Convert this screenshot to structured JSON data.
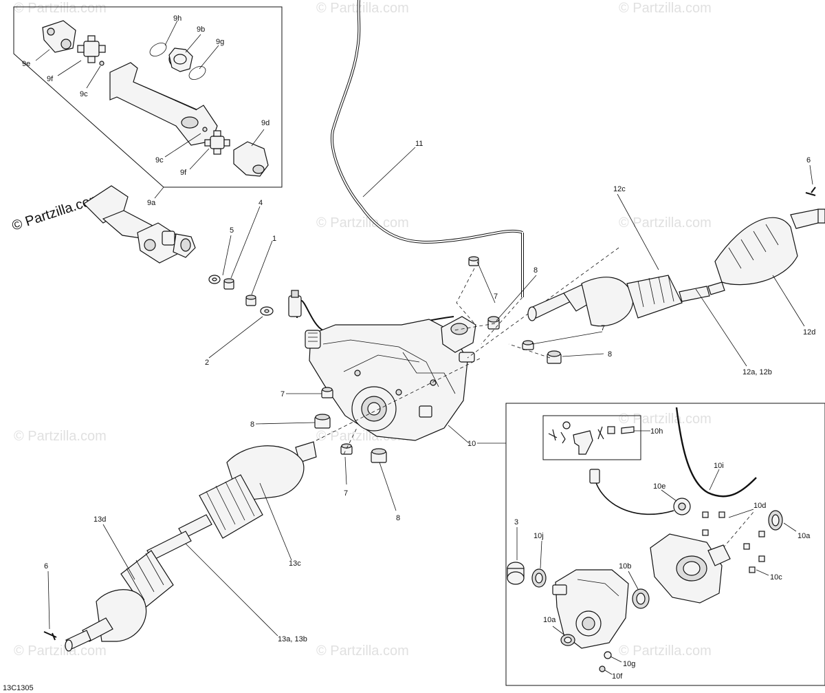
{
  "watermark": {
    "text": "© Partzilla.com"
  },
  "brand": {
    "text": "© Partzilla.com"
  },
  "diagram_code": "13C1305",
  "labels": {
    "l_1": "1",
    "l_2": "2",
    "l_3": "3",
    "l_4": "4",
    "l_5": "5",
    "l_6a": "6",
    "l_6b": "6",
    "l_7a": "7",
    "l_7b": "7",
    "l_7c": "7",
    "l_7d": "7",
    "l_8a": "8",
    "l_8b": "8",
    "l_8c": "8",
    "l_8d": "8",
    "l_9a": "9a",
    "l_9b": "9b",
    "l_9c1": "9c",
    "l_9c2": "9c",
    "l_9d": "9d",
    "l_9e": "9e",
    "l_9f1": "9f",
    "l_9f2": "9f",
    "l_9g": "9g",
    "l_9h": "9h",
    "l_10": "10",
    "l_10a1": "10a",
    "l_10a2": "10a",
    "l_10b": "10b",
    "l_10c": "10c",
    "l_10d": "10d",
    "l_10e": "10e",
    "l_10f": "10f",
    "l_10g": "10g",
    "l_10h": "10h",
    "l_10i": "10i",
    "l_10j": "10j",
    "l_11": "11",
    "l_12ab": "12a, 12b",
    "l_12c": "12c",
    "l_12d": "12d",
    "l_13ab": "13a, 13b",
    "l_13c": "13c",
    "l_13d": "13d"
  }
}
